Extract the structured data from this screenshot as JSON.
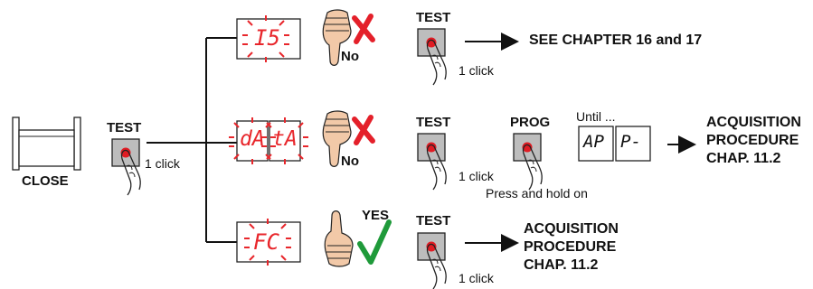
{
  "colors": {
    "display_red": "#e8262b",
    "check_green": "#1f9a3a",
    "cross_red": "#e4202a",
    "button_red": "#e01b23",
    "line": "#111111"
  },
  "start": {
    "label": "CLOSE",
    "button_label": "TEST",
    "click": "1 click"
  },
  "branch_error": {
    "display": "I5",
    "answer": "No",
    "button_label": "TEST",
    "click": "1 click",
    "result": "SEE CHAPTER 16 and 17"
  },
  "branch_data": {
    "display_a": "dA",
    "display_b": "tA",
    "answer": "No",
    "button_label": "TEST",
    "click": "1 click",
    "prog_label": "PROG",
    "hold_text": "Press and hold on",
    "until_text": "Until ...",
    "until_display_a": "AP",
    "until_display_b": "P-",
    "result_lines": [
      "ACQUISITION",
      "PROCEDURE",
      "CHAP. 11.2"
    ]
  },
  "branch_ok": {
    "display": "FC",
    "answer": "YES",
    "button_label": "TEST",
    "click": "1 click",
    "result_lines": [
      "ACQUISITION",
      "PROCEDURE",
      "CHAP. 11.2"
    ]
  }
}
